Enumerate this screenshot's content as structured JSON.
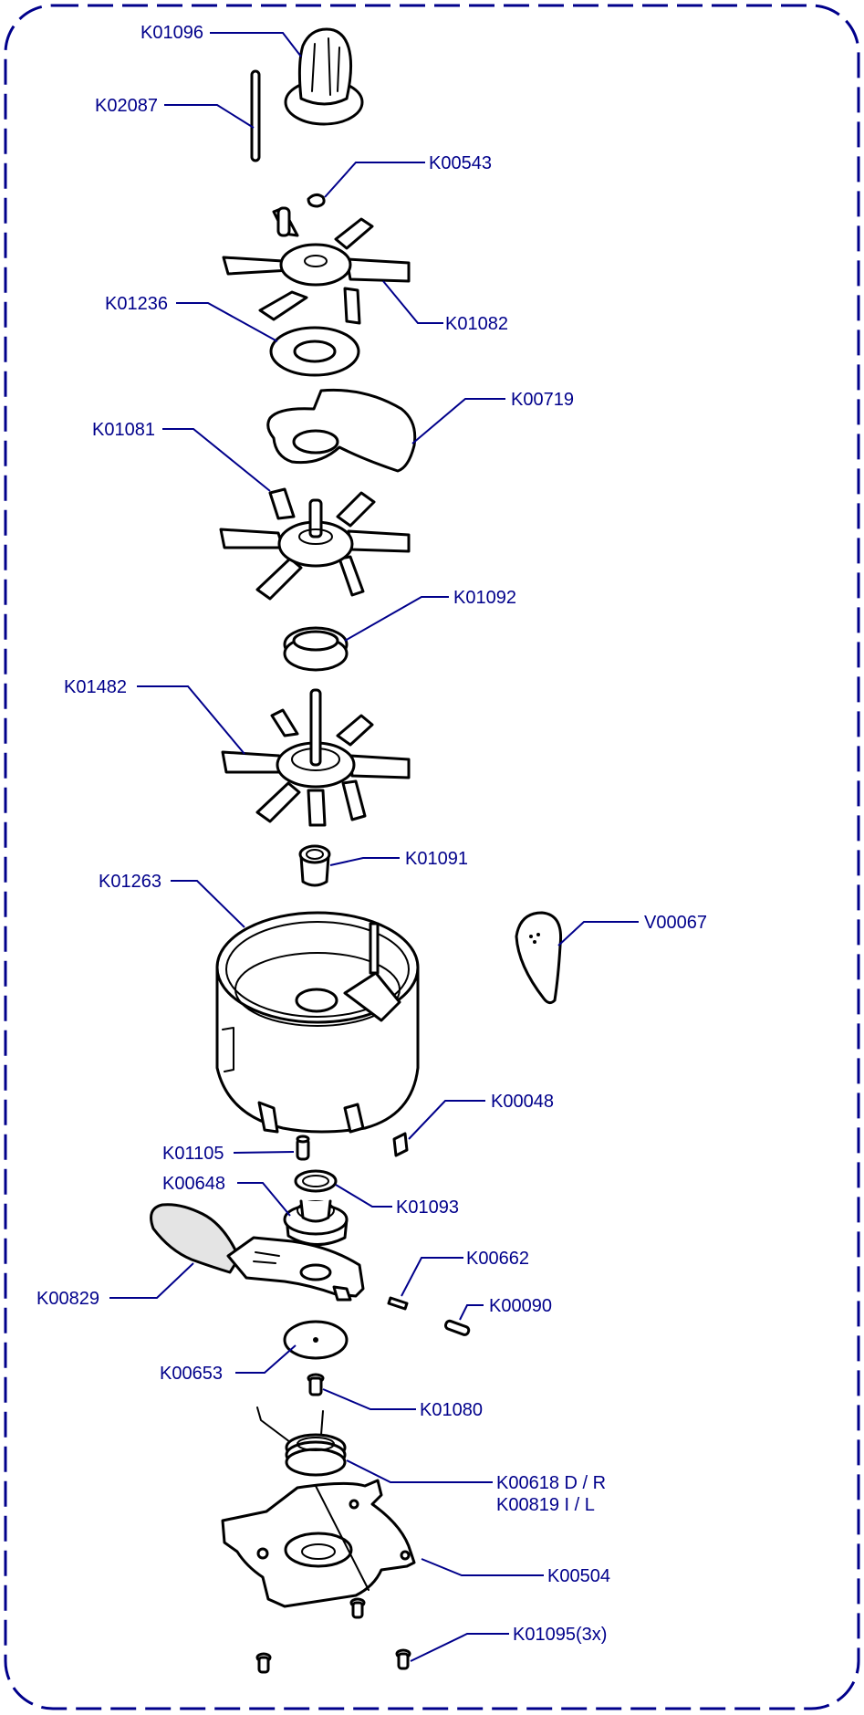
{
  "parts": [
    {
      "id": "K01096",
      "code": "K01096"
    },
    {
      "id": "K02087",
      "code": "K02087"
    },
    {
      "id": "K00543",
      "code": "K00543"
    },
    {
      "id": "K01236",
      "code": "K01236"
    },
    {
      "id": "K01082",
      "code": "K01082"
    },
    {
      "id": "K00719",
      "code": "K00719"
    },
    {
      "id": "K01081",
      "code": "K01081"
    },
    {
      "id": "K01092",
      "code": "K01092"
    },
    {
      "id": "K01482",
      "code": "K01482"
    },
    {
      "id": "K01091",
      "code": "K01091"
    },
    {
      "id": "K01263",
      "code": "K01263"
    },
    {
      "id": "V00067",
      "code": "V00067"
    },
    {
      "id": "K00048",
      "code": "K00048"
    },
    {
      "id": "K01105",
      "code": "K01105"
    },
    {
      "id": "K00648",
      "code": "K00648"
    },
    {
      "id": "K01093",
      "code": "K01093"
    },
    {
      "id": "K00662",
      "code": "K00662"
    },
    {
      "id": "K00829",
      "code": "K00829"
    },
    {
      "id": "K00090",
      "code": "K00090"
    },
    {
      "id": "K00653",
      "code": "K00653"
    },
    {
      "id": "K01080",
      "code": "K01080"
    },
    {
      "id": "K00618",
      "code": "K00618 D / R",
      "code2": "K00819 I / L"
    },
    {
      "id": "K00504",
      "code": "K00504"
    },
    {
      "id": "K01095",
      "code": "K01095(3x)"
    }
  ],
  "colors": {
    "label": "#00008b",
    "frame": "#00008b",
    "line": "#000000"
  }
}
